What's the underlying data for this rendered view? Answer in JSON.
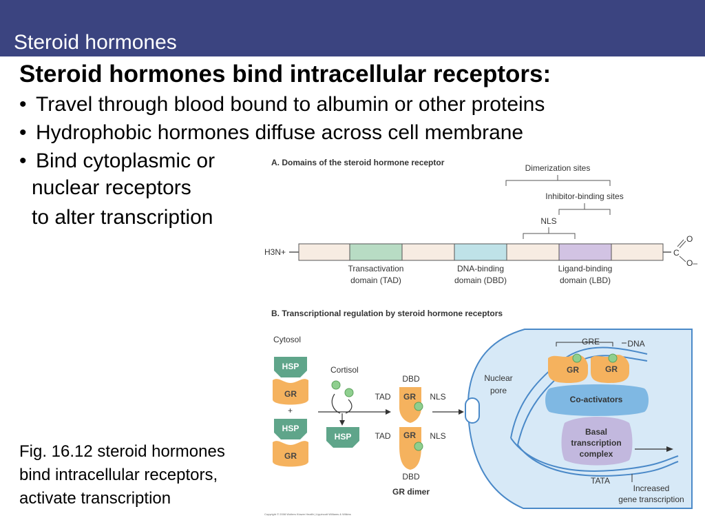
{
  "slide": {
    "section_title": "Steroid hormones",
    "heading": "Steroid hormones bind intracellular receptors:",
    "bullets": [
      "Travel through blood bound to albumin or other proteins",
      "Hydrophobic hormones diffuse across cell membrane",
      "Bind cytoplasmic or"
    ],
    "bullet_continuation": [
      "nuclear receptors",
      "to alter transcription"
    ],
    "caption_lines": [
      "Fig. 16.12 steroid hormones",
      "bind intracellular receptors,",
      "activate transcription"
    ]
  },
  "figure": {
    "panel_a_title": "A. Domains of the steroid hormone receptor",
    "dimerization_label": "Dimerization sites",
    "inhibitor_label": "Inhibitor-binding sites",
    "nls_label": "NLS",
    "n_terminus": "H3N+",
    "c_terminus_c": "C",
    "c_terminus_o1": "O",
    "c_terminus_o2": "O–",
    "domain_labels": [
      [
        "Transactivation",
        "domain (TAD)"
      ],
      [
        "DNA-binding",
        "domain (DBD)"
      ],
      [
        "Ligand-binding",
        "domain (LBD)"
      ]
    ],
    "panel_b_title": "B. Transcriptional regulation by steroid hormone receptors",
    "cytosol": "Cytosol",
    "hsp": "HSP",
    "gr": "GR",
    "plus": "+",
    "cortisol": "Cortisol",
    "dbd": "DBD",
    "tad": "TAD",
    "nls": "NLS",
    "gr_dimer": "GR dimer",
    "nuclear_pore": [
      "Nuclear",
      "pore"
    ],
    "gre": "GRE",
    "dna": "DNA",
    "coactivators": "Co-activators",
    "basal_complex": [
      "Basal",
      "transcription",
      "complex"
    ],
    "tata": "TATA",
    "increased": [
      "Increased",
      "gene transcription"
    ],
    "copyright": "Copyright © 2008 Wolters Kluwer Health | Lippincott Williams & Wilkins"
  },
  "colors": {
    "header_bg": "#3b4480",
    "tad": "#b8dcc4",
    "dbd": "#bfe2e8",
    "lbd": "#d2c3e3",
    "segment": "#f7ece2",
    "receptor": "#f5b25e",
    "hsp": "#5fa58a",
    "cortisol": "#8fcf8f",
    "nucleus": "#d7e9f7",
    "coactivator": "#7fb8e3",
    "basal": "#c2b8de"
  }
}
